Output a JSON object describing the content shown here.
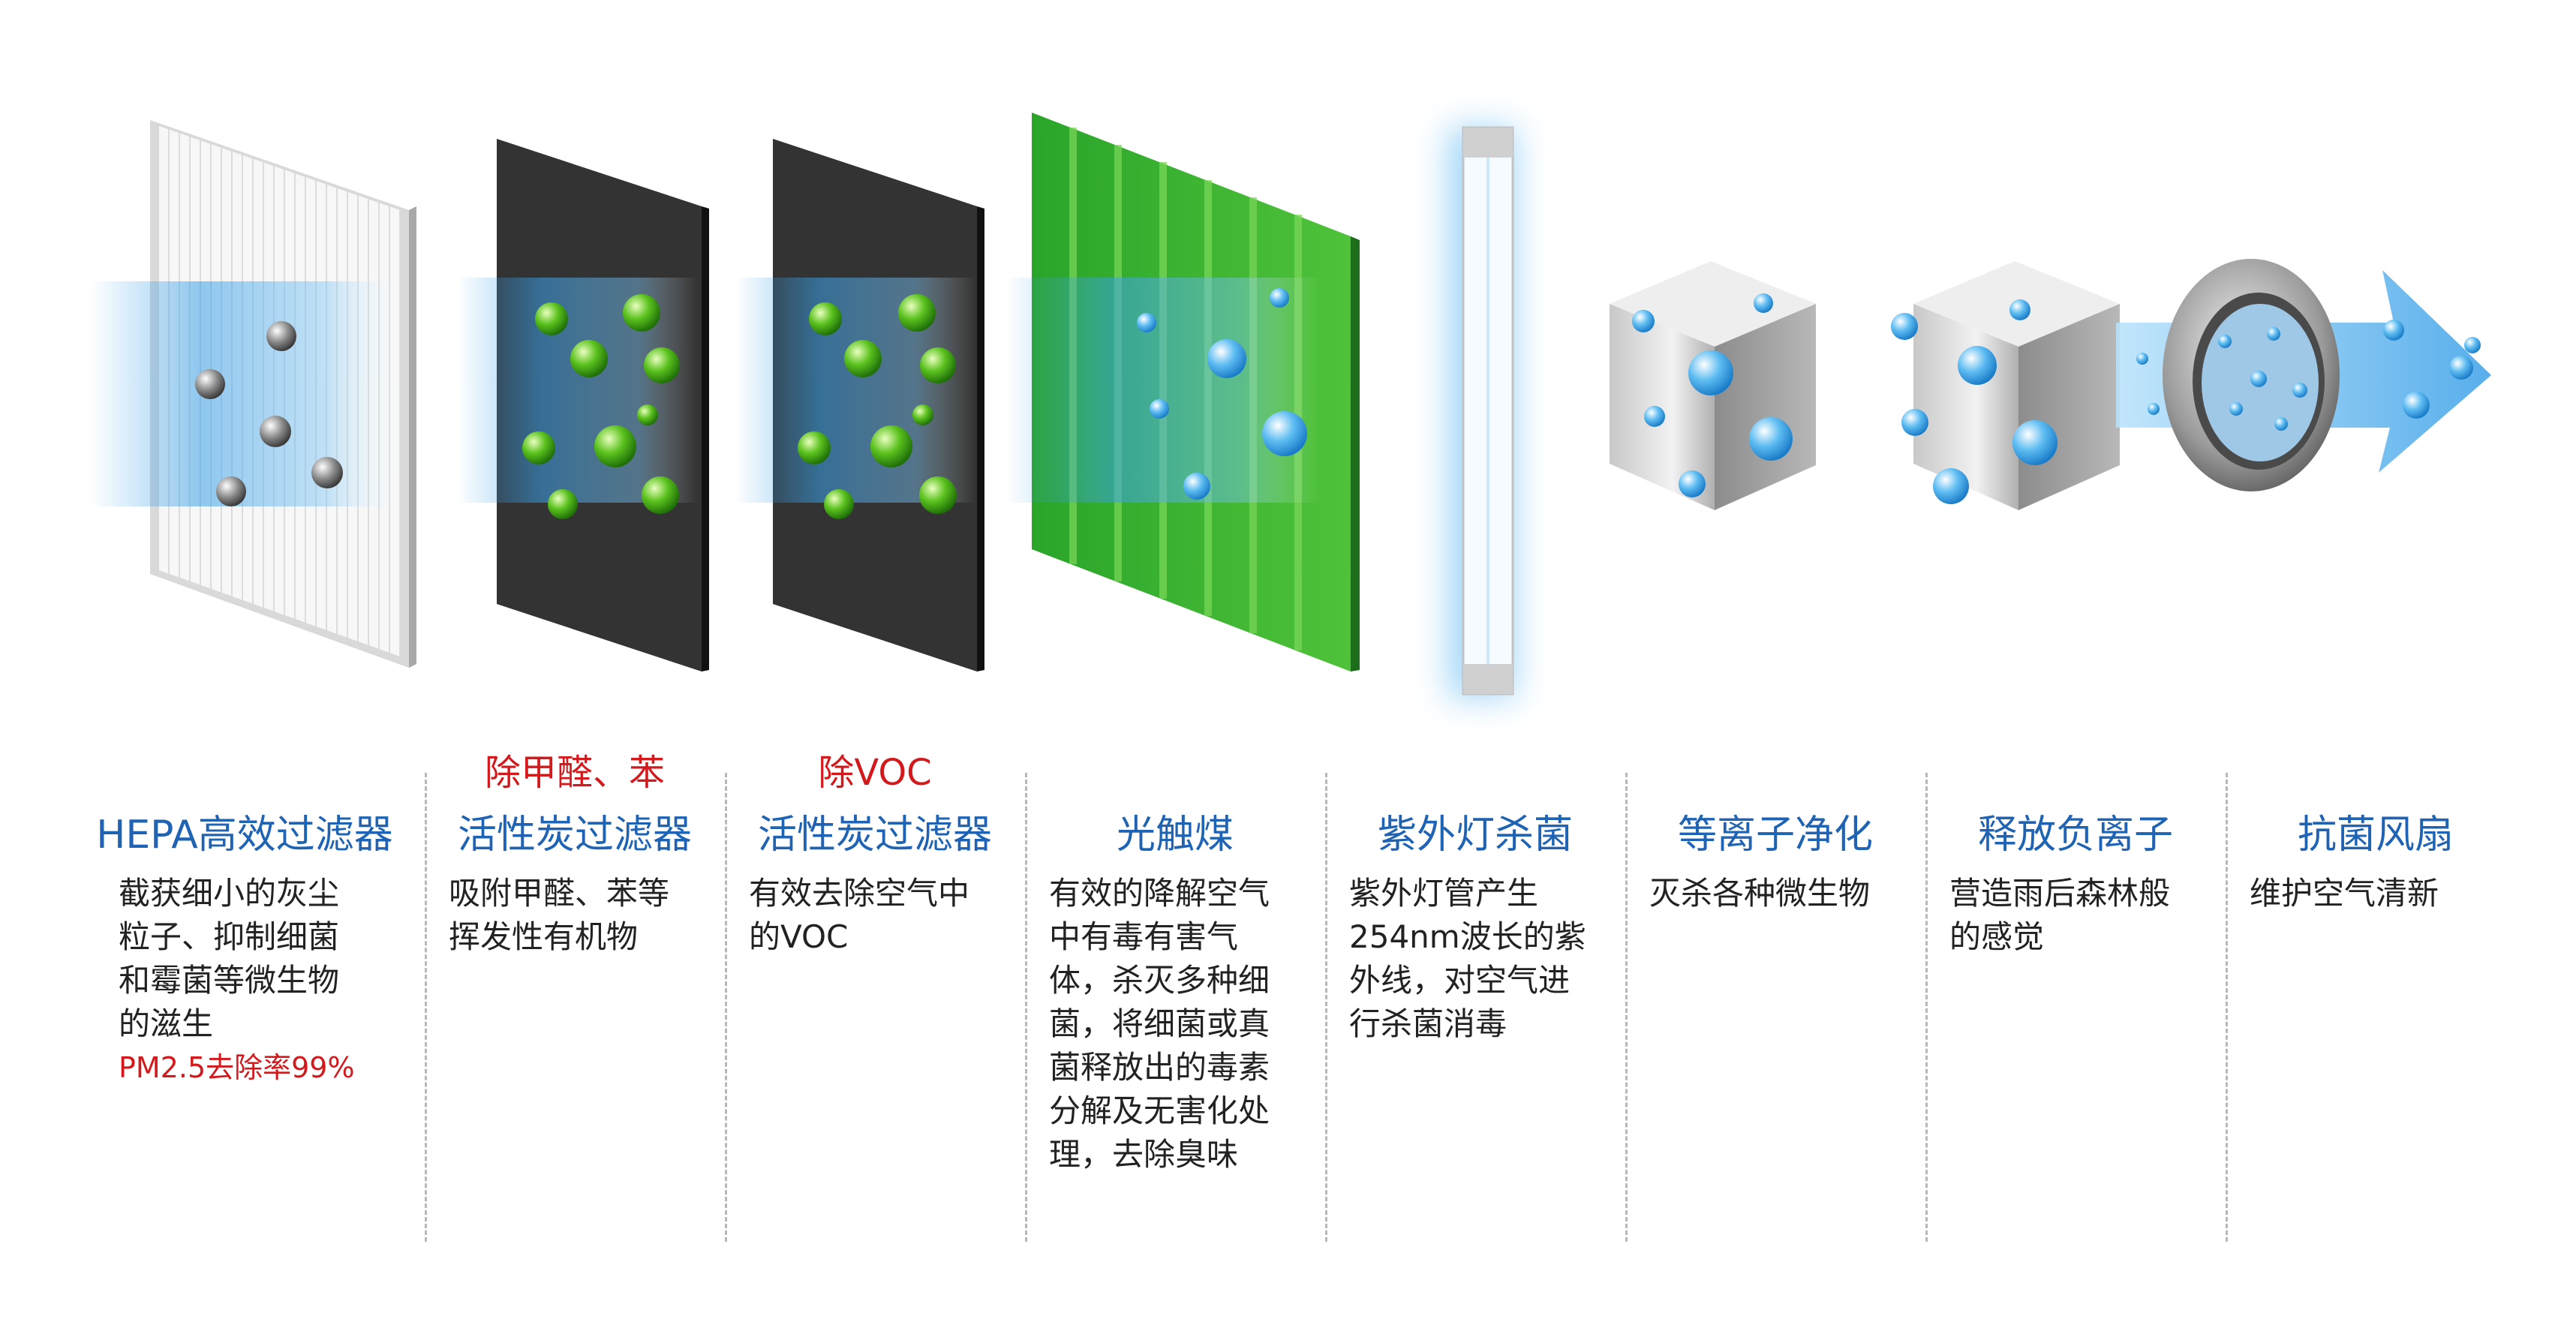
{
  "filters": [
    {
      "badge": "",
      "title": "HEPA高效过滤器",
      "lines": [
        "截获细小的灰尘",
        "粒子、抑制细菌",
        "和霉菌等微生物",
        "的滋生"
      ],
      "note": "PM2.5去除率99%"
    },
    {
      "badge": "除甲醛、苯",
      "title": "活性炭过滤器",
      "lines": [
        "吸附甲醛、苯等",
        "挥发性有机物"
      ],
      "note": ""
    },
    {
      "badge": "除VOC",
      "title": "活性炭过滤器",
      "lines": [
        "有效去除空气中",
        "的VOC"
      ],
      "note": ""
    },
    {
      "badge": "",
      "title": "光触煤",
      "lines": [
        "有效的降解空气",
        "中有毒有害气",
        "体，杀灭多种细",
        "菌，将细菌或真",
        "菌释放出的毒素",
        "分解及无害化处",
        "理，去除臭味"
      ],
      "note": ""
    },
    {
      "badge": "",
      "title": "紫外灯杀菌",
      "lines": [
        "紫外灯管产生",
        "254nm波长的紫",
        "外线，对空气进",
        "行杀菌消毒"
      ],
      "note": ""
    },
    {
      "badge": "",
      "title": "等离子净化",
      "lines": [
        "灭杀各种微生物"
      ],
      "note": ""
    },
    {
      "badge": "",
      "title": "释放负离子",
      "lines": [
        "营造雨后森林般",
        "的感觉"
      ],
      "note": ""
    },
    {
      "badge": "",
      "title": "抗菌风扇",
      "lines": [
        "维护空气清新"
      ],
      "note": ""
    }
  ],
  "colors": {
    "title_blue": "#1f63b5",
    "highlight_red": "#d3191c",
    "carbon_black": "#333333",
    "photocatalyst_green": "#2aa52a",
    "separator_gray": "#b8b8b8"
  }
}
